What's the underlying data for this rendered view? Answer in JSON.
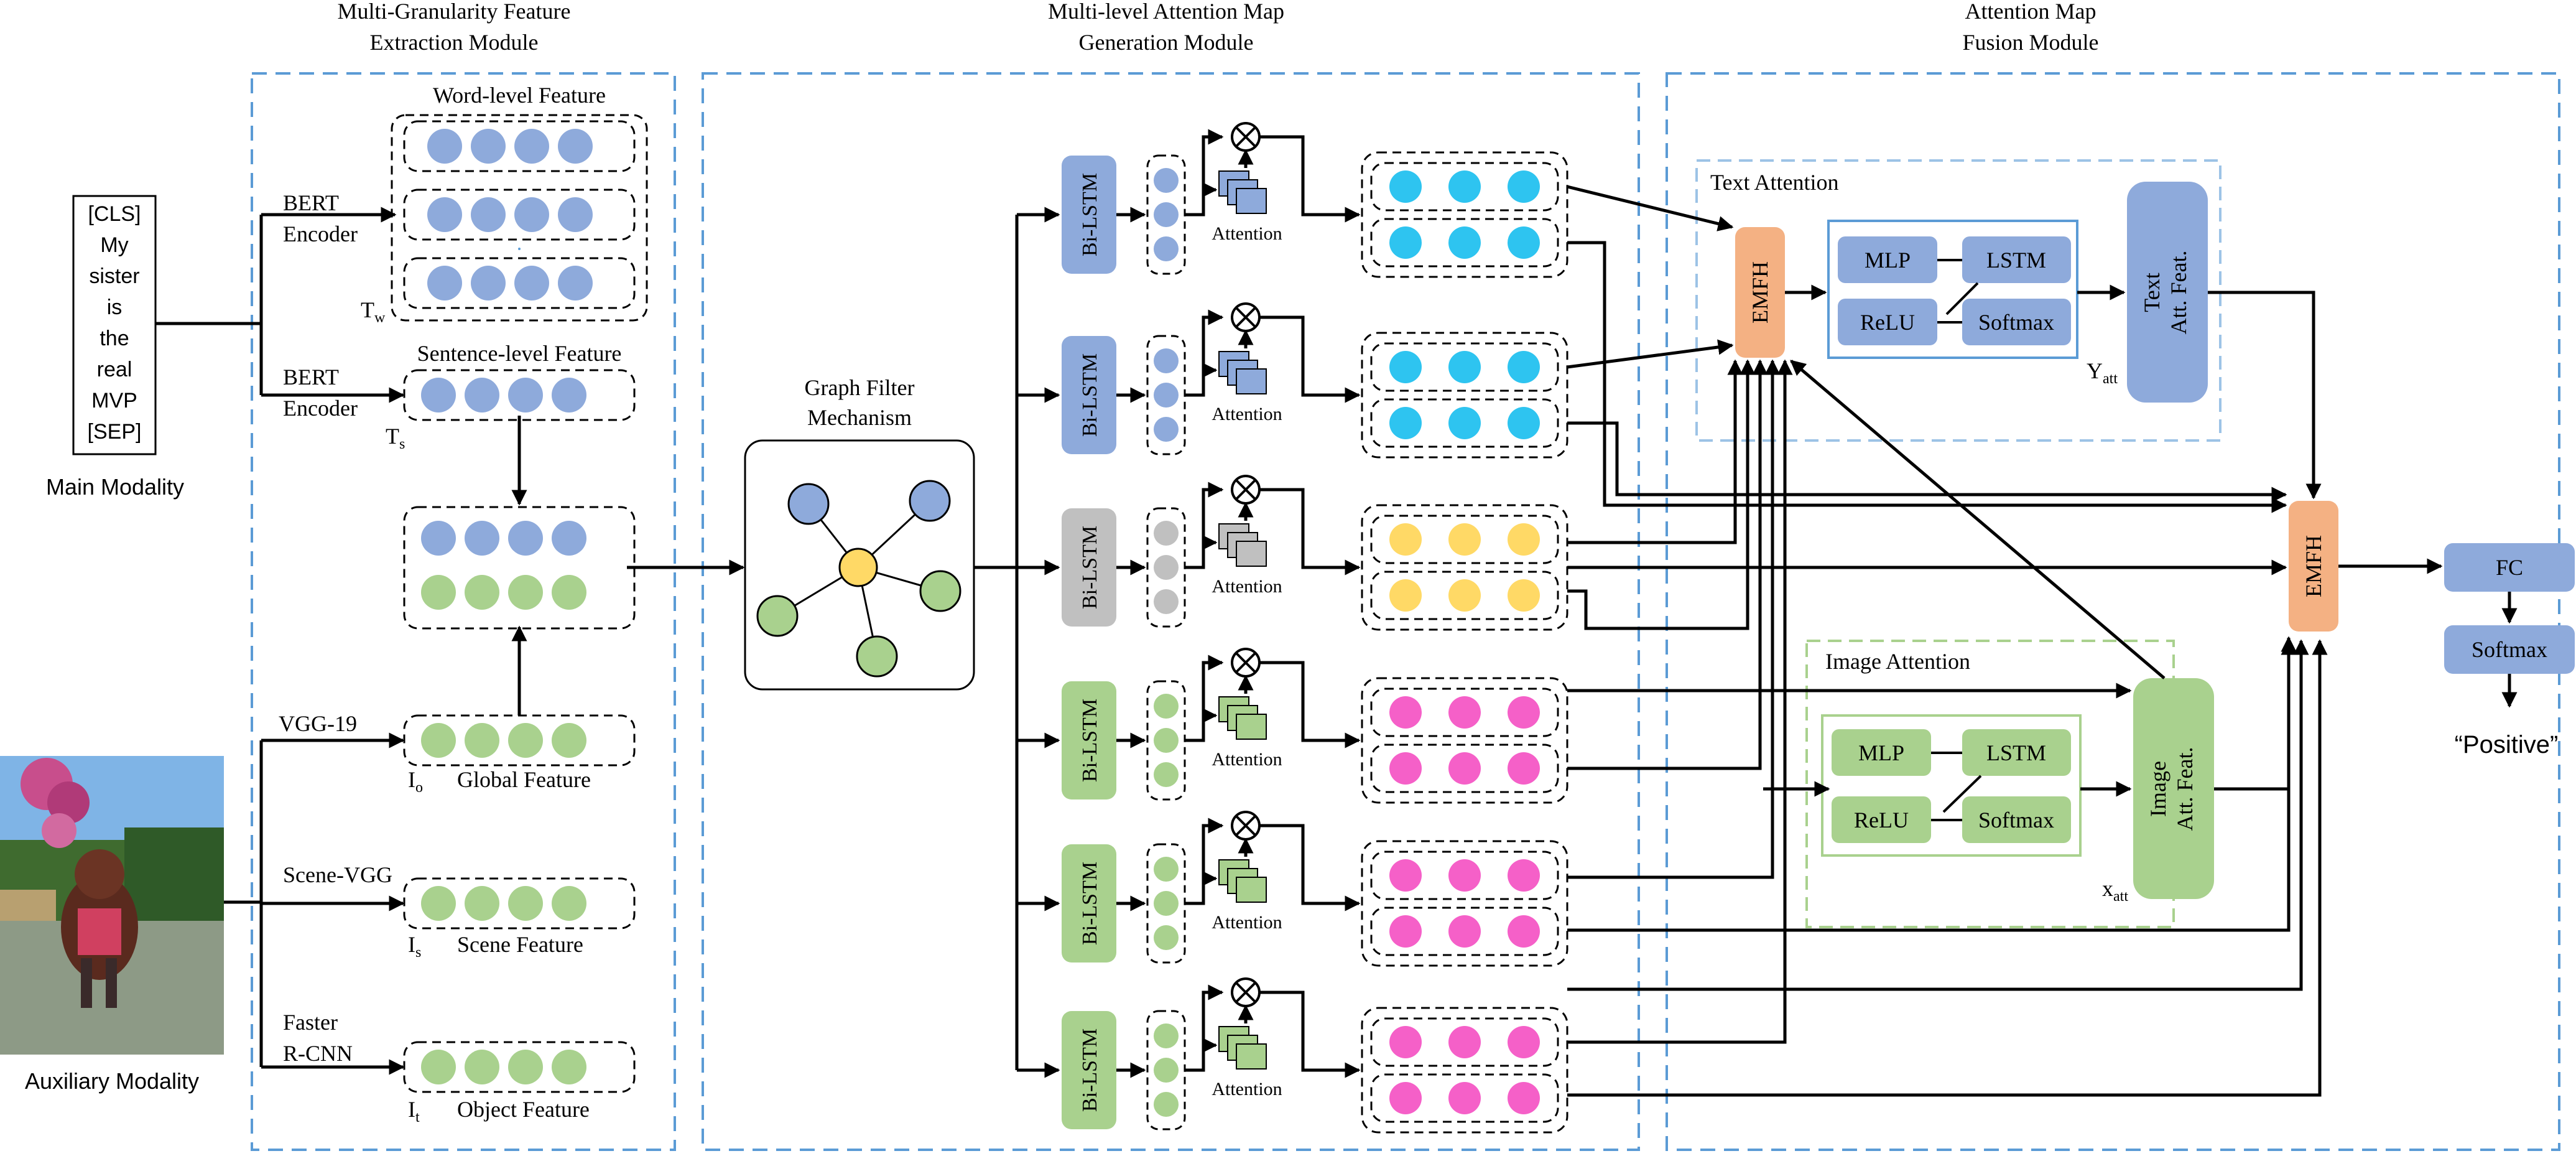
{
  "modules": {
    "extraction": {
      "line1": "Multi-Granularity Feature",
      "line2": "Extraction Module"
    },
    "generation": {
      "line1": "Multi-level Attention Map",
      "line2": "Generation Module"
    },
    "fusion": {
      "line1": "Attention Map",
      "line2": "Fusion Module"
    }
  },
  "main_modality": {
    "tokens": [
      "[CLS]",
      "My",
      "sister",
      "is",
      "the",
      "real",
      "MVP",
      "[SEP]"
    ],
    "label": "Main Modality"
  },
  "auxiliary_modality": {
    "label": "Auxiliary Modality"
  },
  "encoders": {
    "bert_word": {
      "line1": "BERT",
      "line2": "Encoder"
    },
    "bert_sentence": {
      "line1": "BERT",
      "line2": "Encoder"
    },
    "vgg19": "VGG-19",
    "scene_vgg": "Scene-VGG",
    "faster_rcnn": {
      "line1": "Faster",
      "line2": "R-CNN"
    }
  },
  "features": {
    "word_level": "Word-level Feature",
    "sentence_level": "Sentence-level Feature",
    "global": "Global Feature",
    "scene": "Scene Feature",
    "object": "Object Feature"
  },
  "symbols": {
    "tw": {
      "main": "T",
      "sub": "w"
    },
    "ts": {
      "main": "T",
      "sub": "s"
    },
    "io": {
      "main": "I",
      "sub": "o"
    },
    "is": {
      "main": "I",
      "sub": "s"
    },
    "it": {
      "main": "I",
      "sub": "t"
    },
    "yatt": {
      "main": "Y",
      "sub": "att"
    },
    "xatt": {
      "main": "x",
      "sub": "att"
    }
  },
  "graph_filter": {
    "line1": "Graph Filter",
    "line2": "Mechanism"
  },
  "bilstm_label": "Bi-LSTM",
  "attention_label": "Attention",
  "emfh_label": "EMFH",
  "text_attention": {
    "title": "Text Attention",
    "mlp": "MLP",
    "lstm": "LSTM",
    "relu": "ReLU",
    "softmax": "Softmax",
    "feat_line1": "Text",
    "feat_line2": "Att. Feat."
  },
  "image_attention": {
    "title": "Image Attention",
    "mlp": "MLP",
    "lstm": "LSTM",
    "relu": "ReLU",
    "softmax": "Softmax",
    "feat_line1": "Image",
    "feat_line2": "Att. Feat."
  },
  "output": {
    "fc": "FC",
    "softmax": "Softmax",
    "result": "“Positive”"
  },
  "colors": {
    "blue_node": "#8eaadb",
    "green_node": "#a9d18e",
    "gray_node": "#c0c0c0",
    "yellow_node": "#ffd966",
    "cyan_node": "#2ec4f0",
    "pink_node": "#f560c8",
    "emfh": "#f4b183",
    "dashed_blue": "#5b9bd5",
    "dashed_green": "#a9d18e"
  }
}
